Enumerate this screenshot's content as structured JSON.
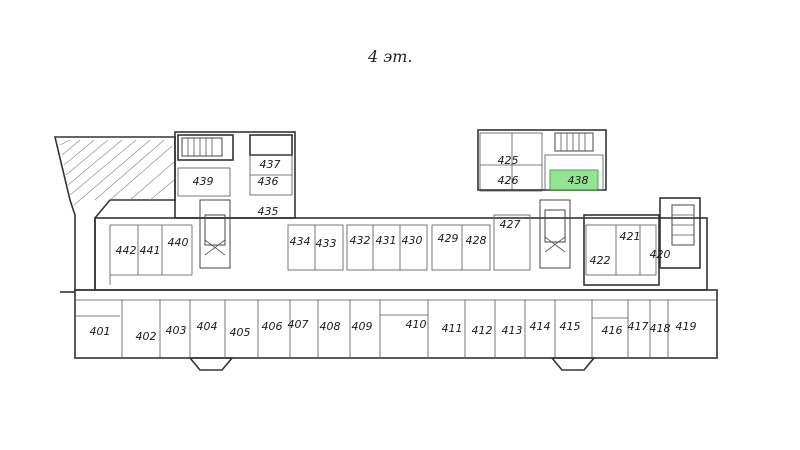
{
  "plan": {
    "floor_title": "4 эт.",
    "highlight_color": "#7fe07f",
    "highlighted_room": "438",
    "rooms_bottom": [
      "401",
      "402",
      "403",
      "404",
      "405",
      "406",
      "407",
      "408",
      "409",
      "410",
      "411",
      "412",
      "413",
      "414",
      "415",
      "416",
      "417",
      "418",
      "419"
    ],
    "rooms_middle": [
      "442",
      "441",
      "440",
      "434",
      "433",
      "432",
      "431",
      "430",
      "429",
      "428",
      "427",
      "422",
      "421",
      "420"
    ],
    "rooms_upper": [
      "439",
      "438",
      "437",
      "436",
      "435",
      "425",
      "426"
    ]
  }
}
